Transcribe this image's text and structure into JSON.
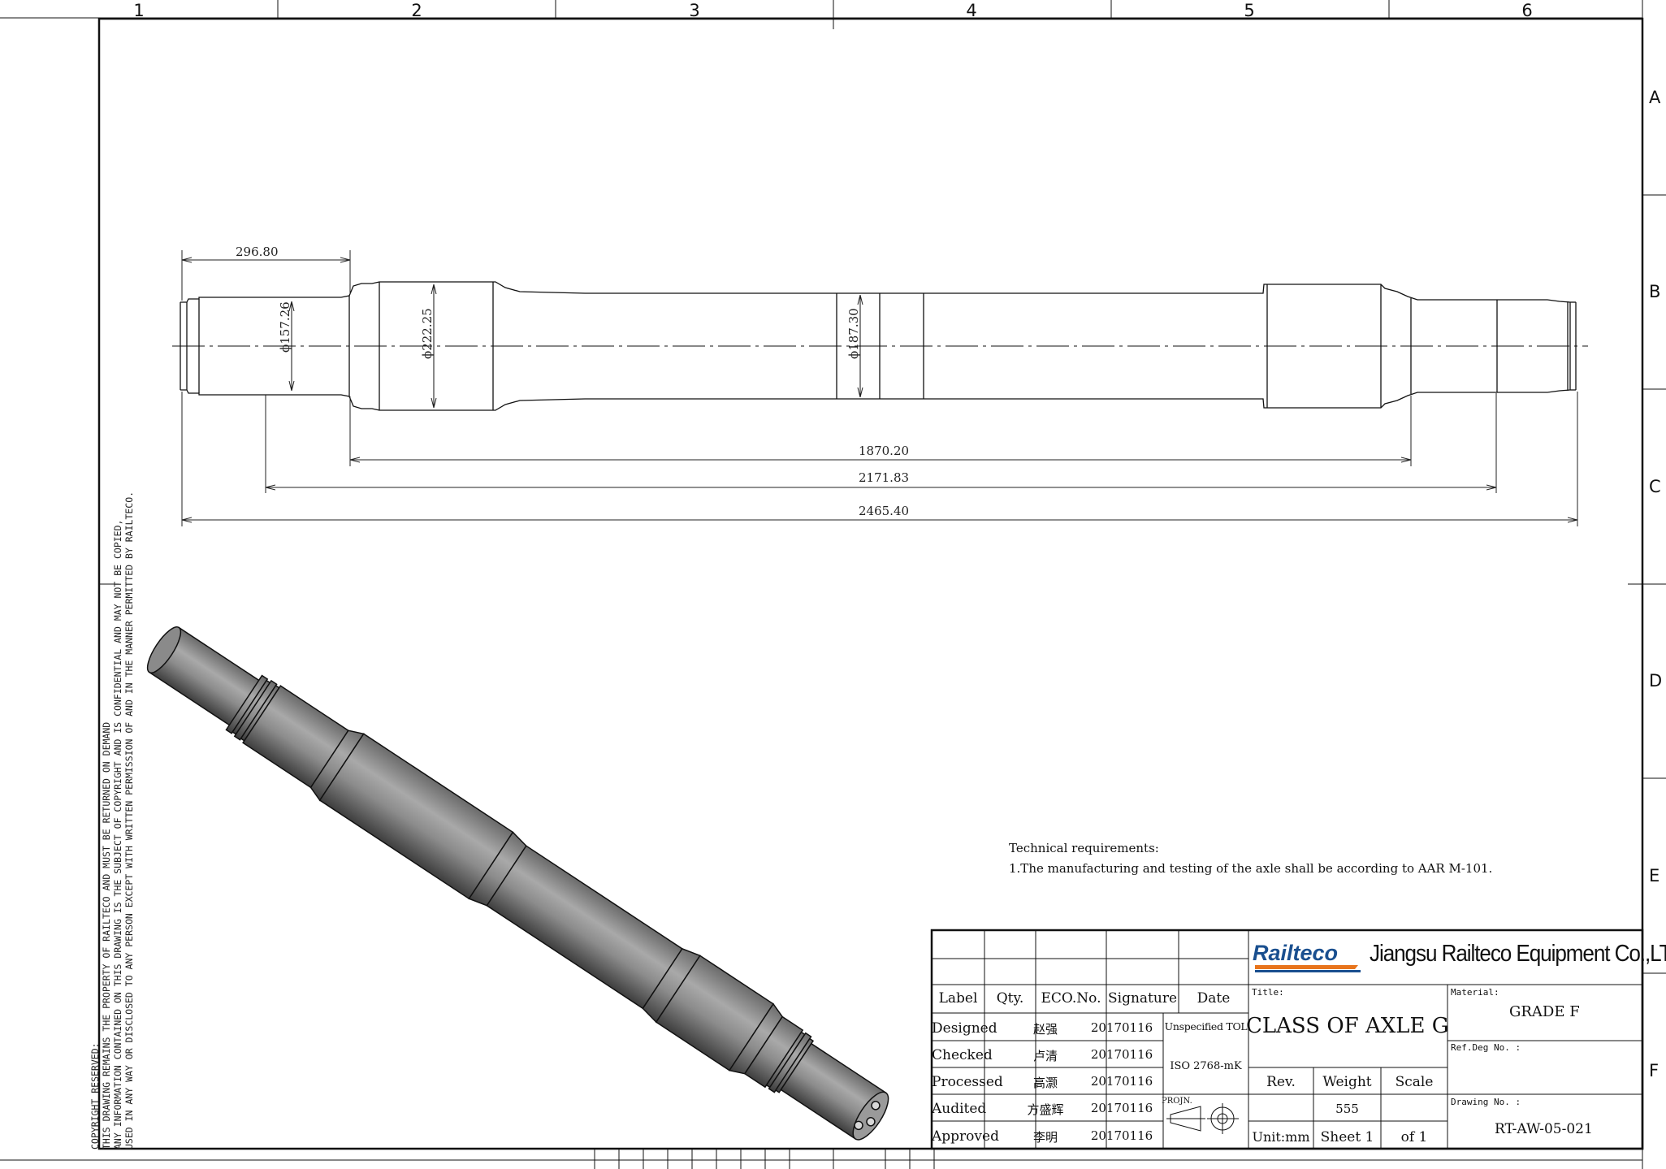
{
  "sheet": {
    "zones_top": [
      "1",
      "2",
      "3",
      "4",
      "5",
      "6"
    ],
    "zones_side": [
      "A",
      "B",
      "C",
      "D",
      "E",
      "F"
    ]
  },
  "drawing": {
    "dims": {
      "journal_length": "296.80",
      "journal_dia": "ϕ157.26",
      "wheel_seat_dia": "ϕ222.25",
      "body_dia": "ϕ187.30",
      "len_1870": "1870.20",
      "len_2171": "2171.83",
      "len_2465": "2465.40"
    }
  },
  "tech": {
    "heading": "Technical requirements:",
    "item1": "1.The manufacturing and testing of the axle shall  be according to AAR M-101."
  },
  "copyright": {
    "line1": "COPYRIGHT RESERVED:",
    "line2": "THIS DRAWING REMAINS THE PROPERTY OF RAILTECO AND MUST BE RETURNED ON DEMAND",
    "line3": "ANY INFORMATION CONTAINED ON THIS DRAWING IS THE SUBJECT OF COPYRIGHT AND IS CONFIDENTIAL AND MAY NOT BE COPIED,",
    "line4": "USED IN ANY WAY OR DISCLOSED TO ANY PERSON EXCEPT WITH WRITTEN PERMISSION OF AND IN THE MANNER PERMITTED BY RAILTECO."
  },
  "title_block": {
    "logo_text": "Railteco",
    "company": "Jiangsu Railteco Equipment Co.,LTD",
    "headers": {
      "label": "Label",
      "qty": "Qty.",
      "eco": "ECO.No.",
      "signature": "Signature",
      "date": "Date"
    },
    "rows": [
      {
        "role": "Designed",
        "name": "赵强",
        "date": "20170116"
      },
      {
        "role": "Checked",
        "name": "卢清",
        "date": "20170116"
      },
      {
        "role": "Processed",
        "name": "高灏",
        "date": "20170116"
      },
      {
        "role": "Audited",
        "name": "方盛辉",
        "date": "20170116"
      },
      {
        "role": "Approved",
        "name": "李明",
        "date": "20170116"
      }
    ],
    "tolerance": "Unspecified TOL",
    "iso": "ISO 2768-mK",
    "projn": "PROJN.",
    "title_label": "Title:",
    "title": "CLASS OF AXLE G",
    "material_label": "Material:",
    "material": "GRADE F",
    "ref_label": "Ref.Deg No. :",
    "ref_value": "",
    "rev_label": "Rev.",
    "weight_label": "Weight",
    "scale_label": "Scale",
    "weight": "555",
    "unit": "Unit:mm",
    "sheet": "Sheet 1",
    "of": "of 1",
    "drawing_no_label": "Drawing No. :",
    "drawing_no": "RT-AW-05-021"
  }
}
